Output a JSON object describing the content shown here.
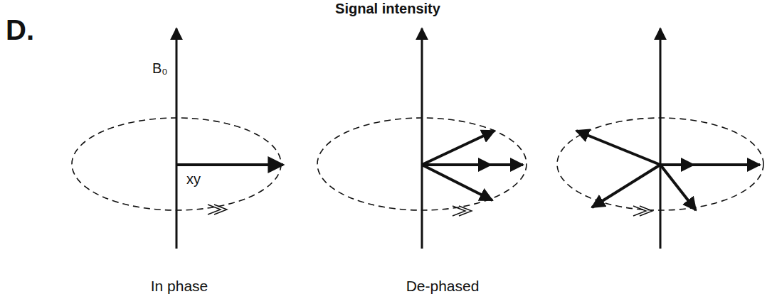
{
  "diagram": {
    "labels": [
      "Signal intensity",
      "D.",
      "B₀",
      "xy",
      "In phase",
      "De-phased"
    ]
  }
}
